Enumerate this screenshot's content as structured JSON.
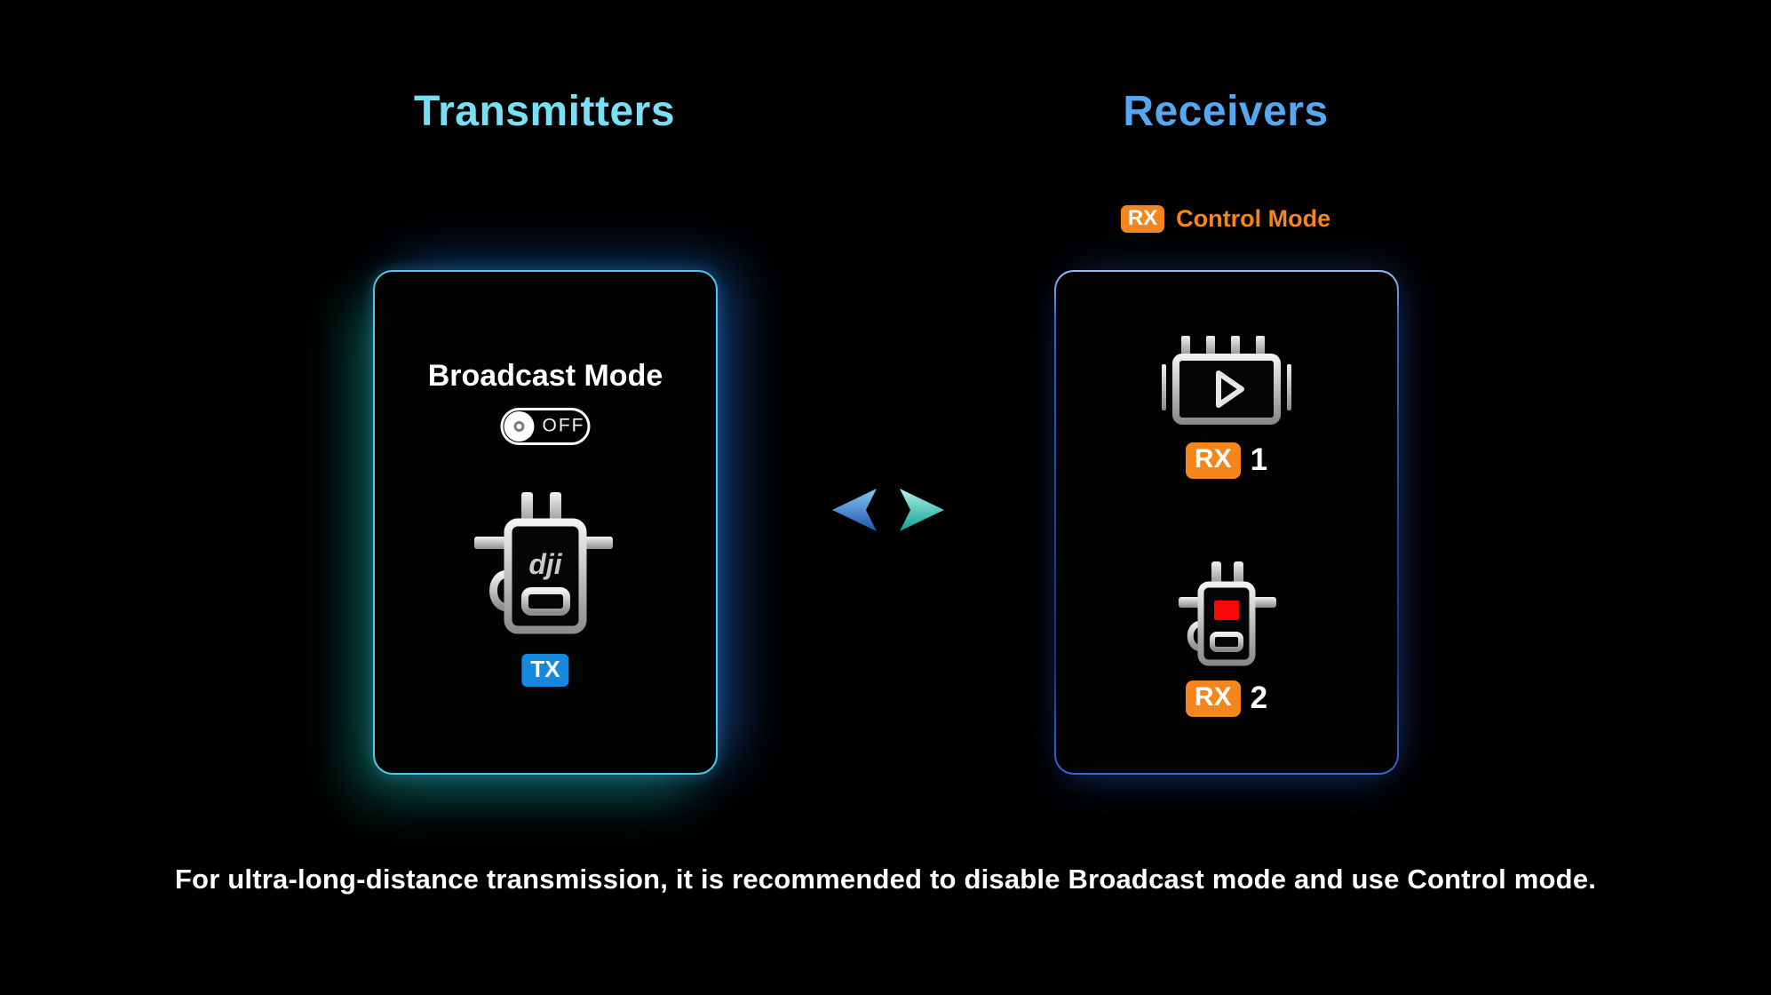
{
  "header": {
    "transmitters_title": "Transmitters",
    "receivers_title": "Receivers"
  },
  "receivers": {
    "control_mode": {
      "badge": "RX",
      "label": "Control Mode"
    },
    "rx1": {
      "badge": "RX",
      "number": "1"
    },
    "rx2": {
      "badge": "RX",
      "number": "2"
    }
  },
  "transmitter": {
    "broadcast_mode_label": "Broadcast Mode",
    "toggle_state": "OFF",
    "badge": "TX",
    "logo_text": "dji"
  },
  "footer": {
    "note": "For ultra-long-distance transmission, it is recommended to disable Broadcast mode and use Control mode."
  },
  "icons": {
    "left_arrow": "left-arrow-icon",
    "right_arrow": "right-arrow-icon",
    "tx_device": "transmitter-device-icon",
    "rx1_device": "monitor-play-icon",
    "rx2_device": "receiver-device-icon",
    "toggle": "toggle-off-switch"
  },
  "colors": {
    "background": "#000000",
    "transmitters_title": "#76e1f4",
    "receivers_title": "#57a6f0",
    "tx_card_border": "#4cc8ea",
    "rx_card_border": "#2c55b0",
    "orange_accent": "#f5861b",
    "tx_badge_blue": "#1489dd",
    "record_red": "#f90808",
    "text_white": "#ffffff"
  }
}
